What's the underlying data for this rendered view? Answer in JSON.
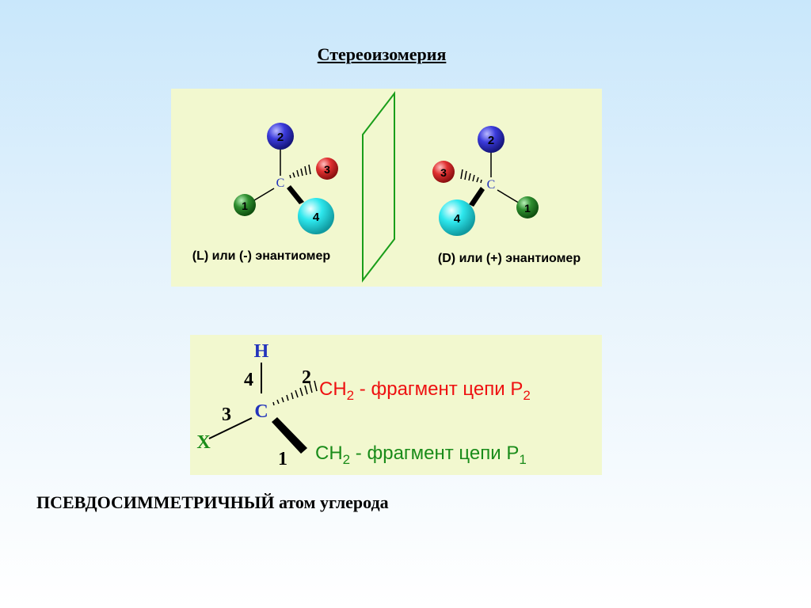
{
  "title": "Стереоизомерия",
  "left_molecule": {
    "center": "C",
    "atom_labels": [
      "2",
      "3",
      "1",
      "4"
    ],
    "caption": "(L) или (-) энантиомер"
  },
  "right_molecule": {
    "center": "C",
    "atom_labels": [
      "2",
      "3",
      "4",
      "1"
    ],
    "caption": "(D) или (+) энантиомер"
  },
  "bottom_structure": {
    "top_atom": "H",
    "center": "C",
    "left_atom": "X",
    "numbers": {
      "n4": "4",
      "n2": "2",
      "n3": "3",
      "n1": "1"
    },
    "upper_group": {
      "prefix": "CH",
      "sub1": "2",
      "text": " - фрагмент цепи Р",
      "sub2": "2"
    },
    "lower_group": {
      "prefix": "CH",
      "sub1": "2",
      "text": " - фрагмент цепи Р",
      "sub2": "1"
    }
  },
  "footer": {
    "caps": "ПСЕВДОСИММЕТРИЧНЫЙ",
    "rest": " атом углерода"
  },
  "colors": {
    "panel_bg": "#f2f8cf",
    "atom_blue": "#3b3bdc",
    "atom_red": "#e03030",
    "atom_green": "#2f8f2f",
    "atom_cyan": "#2ee8ee",
    "mirror_green": "#1a9e1a",
    "red_text": "#ee1111",
    "green_text": "#1a8c1a",
    "label_blue": "#2233bb"
  }
}
